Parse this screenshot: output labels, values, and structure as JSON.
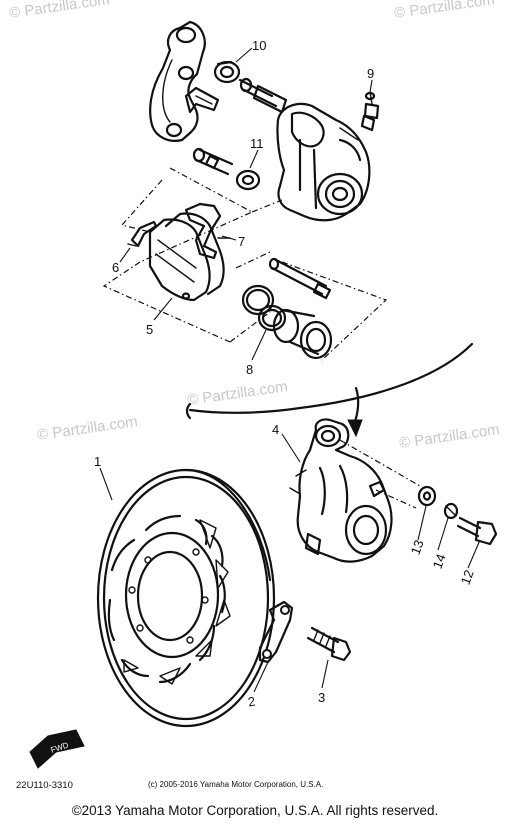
{
  "watermarks": [
    "© Partzilla.com",
    "© Partzilla.com",
    "© Partzilla.com",
    "© Partzilla.com",
    "© Partzilla.com"
  ],
  "callouts": [
    "1",
    "2",
    "3",
    "4",
    "5",
    "6",
    "7",
    "8",
    "9",
    "10",
    "11",
    "12",
    "13",
    "14"
  ],
  "fwd_label": "FWD",
  "diagram_number": "22U110-3310",
  "small_copyright": "(c) 2005-2016 Yamaha Motor Corporation, U.S.A.",
  "copyright": "©2013 Yamaha Motor Corporation, U.S.A. All rights reserved."
}
